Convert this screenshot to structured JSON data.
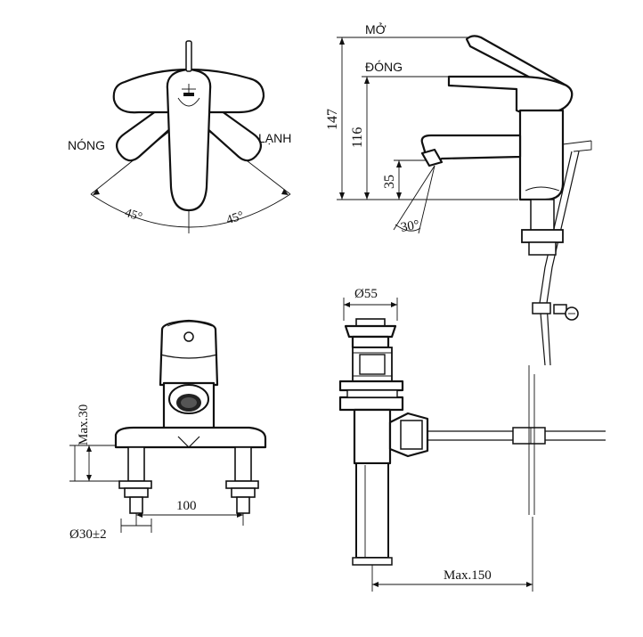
{
  "top_view": {
    "hot_label": "NÓNG",
    "cold_label": "LẠNH",
    "angle_left": "45°",
    "angle_right": "45°"
  },
  "side_view": {
    "open_label": "MỞ",
    "closed_label": "ĐÓNG",
    "dim_total_height": "147",
    "dim_spout_height": "116",
    "dim_outlet_height": "35",
    "dim_outlet_angle": "30°"
  },
  "front_view": {
    "dim_max_thickness": "Max.30",
    "dim_center_distance": "100",
    "dim_hole_diameter": "Ø30±2"
  },
  "drain_view": {
    "dim_plug_diameter": "Ø55",
    "dim_max_length": "Max.150"
  }
}
